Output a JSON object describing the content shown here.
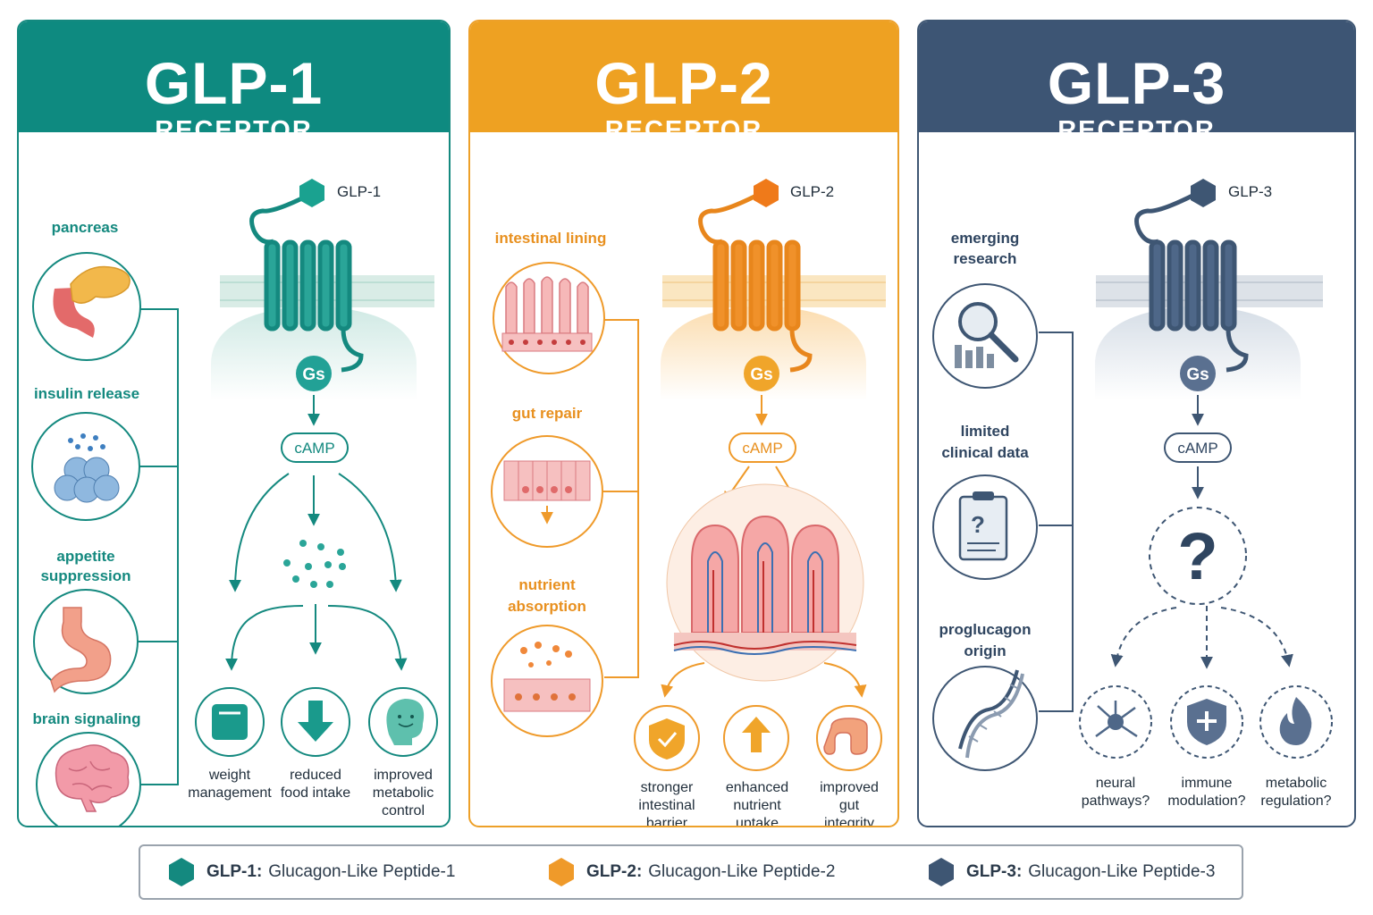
{
  "panels": [
    {
      "title": "GLP-1",
      "subtitle": "RECEPTOR",
      "ligand": "GLP-1",
      "gs": "Gs",
      "camp": "cAMP",
      "color": "#0e8a80",
      "left_items": [
        {
          "label": "pancreas",
          "icon": "pancreas-icon"
        },
        {
          "label": "insulin release",
          "icon": "islet-cells-icon"
        },
        {
          "label": "appetite suppression",
          "icon": "stomach-icon"
        },
        {
          "label": "brain signaling",
          "icon": "brain-icon"
        }
      ],
      "outcomes": [
        {
          "label": "weight management",
          "icon": "scale-icon"
        },
        {
          "label": "reduced food intake",
          "icon": "down-arrow-icon"
        },
        {
          "label": "improved metabolic control",
          "icon": "smiling-head-icon"
        }
      ]
    },
    {
      "title": "GLP-2",
      "subtitle": "RECEPTOR",
      "ligand": "GLP-2",
      "gs": "Gs",
      "camp": "cAMP",
      "color": "#eea122",
      "left_items": [
        {
          "label": "intestinal lining",
          "icon": "villi-icon"
        },
        {
          "label": "gut repair",
          "icon": "epithelium-repair-icon"
        },
        {
          "label": "nutrient absorption",
          "icon": "nutrient-uptake-icon"
        }
      ],
      "outcomes": [
        {
          "label": "stronger intestinal barrier",
          "icon": "shield-check-icon"
        },
        {
          "label": "enhanced nutrient uptake",
          "icon": "up-arrow-icon"
        },
        {
          "label": "improved gut integrity",
          "icon": "intestine-icon"
        }
      ]
    },
    {
      "title": "GLP-3",
      "subtitle": "RECEPTOR",
      "ligand": "GLP-3",
      "gs": "Gs",
      "camp": "cAMP",
      "question": "?",
      "color": "#3d5574",
      "left_items": [
        {
          "label": "emerging research",
          "icon": "magnifier-chart-icon"
        },
        {
          "label": "limited clinical data",
          "icon": "clipboard-question-icon"
        },
        {
          "label": "proglucagon origin",
          "icon": "dna-icon"
        }
      ],
      "outcomes": [
        {
          "label": "neural pathways?",
          "icon": "neuron-icon"
        },
        {
          "label": "immune modulation?",
          "icon": "shield-plus-icon"
        },
        {
          "label": "metabolic regulation?",
          "icon": "flame-icon"
        }
      ]
    }
  ],
  "legend": [
    {
      "abbr": "GLP-1:",
      "name": "Glucagon-Like Peptide-1",
      "color": "#14897f"
    },
    {
      "abbr": "GLP-2:",
      "name": "Glucagon-Like Peptide-2",
      "color": "#ef9a2a"
    },
    {
      "abbr": "GLP-3:",
      "name": "Glucagon-Like Peptide-3",
      "color": "#3e5673"
    }
  ]
}
